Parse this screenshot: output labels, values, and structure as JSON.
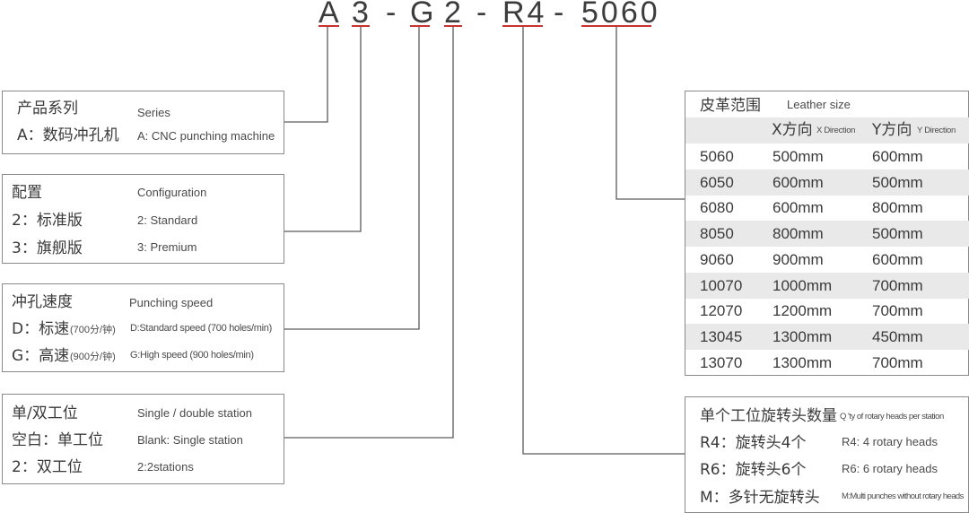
{
  "code": {
    "parts": [
      "A",
      "3",
      "G",
      "2",
      "R4",
      "5060"
    ],
    "sep": "-"
  },
  "series": {
    "title_zh": "产品系列",
    "title_en": "Series",
    "items": [
      {
        "zh": "A：数码冲孔机",
        "en": "A: CNC punching machine"
      }
    ]
  },
  "config": {
    "title_zh": "配置",
    "title_en": "Configuration",
    "items": [
      {
        "zh": "2：标准版",
        "en": "2: Standard"
      },
      {
        "zh": "3：旗舰版",
        "en": "3: Premium"
      }
    ]
  },
  "speed": {
    "title_zh": "冲孔速度",
    "title_en": "Punching speed",
    "items": [
      {
        "zh": "D：标速",
        "zh_small": "(700分/钟)",
        "en": "D:Standard speed (700 holes/min)"
      },
      {
        "zh": "G：高速",
        "zh_small": "(900分/钟)",
        "en": "G:High speed (900 holes/min)"
      }
    ]
  },
  "station": {
    "title_zh": "单/双工位",
    "title_en": "Single / double station",
    "items": [
      {
        "zh": "空白：单工位",
        "en": "Blank: Single station"
      },
      {
        "zh": "2：双工位",
        "en": "2:2stations"
      }
    ]
  },
  "leather": {
    "title_zh": "皮革范围",
    "title_en": "Leather size",
    "col_x_zh": "X方向",
    "col_x_en": "X Direction",
    "col_y_zh": "Y方向",
    "col_y_en": "Y Direction",
    "rows": [
      [
        "5060",
        "500mm",
        "600mm"
      ],
      [
        "6050",
        "600mm",
        "500mm"
      ],
      [
        "6080",
        "600mm",
        "800mm"
      ],
      [
        "8050",
        "800mm",
        "500mm"
      ],
      [
        "9060",
        "900mm",
        "600mm"
      ],
      [
        "10070",
        "1000mm",
        "700mm"
      ],
      [
        "12070",
        "1200mm",
        "700mm"
      ],
      [
        "13045",
        "1300mm",
        "450mm"
      ],
      [
        "13070",
        "1300mm",
        "700mm"
      ]
    ]
  },
  "heads": {
    "title_zh": "单个工位旋转头数量",
    "title_en": "Q 'ty of rotary heads per station",
    "items": [
      {
        "zh": "R4：旋转头4个",
        "en": "R4: 4 rotary heads"
      },
      {
        "zh": "R6：旋转头6个",
        "en": "R6: 6 rotary heads"
      },
      {
        "zh": "M：多针无旋转头",
        "en": "M:Multi punches without rotary heads"
      }
    ]
  },
  "colors": {
    "underline": "#c9312f",
    "border": "#8a8a8a",
    "line": "#5a5a5a",
    "row_alt": "#e9e9e9",
    "text": "#3c3c3c"
  }
}
